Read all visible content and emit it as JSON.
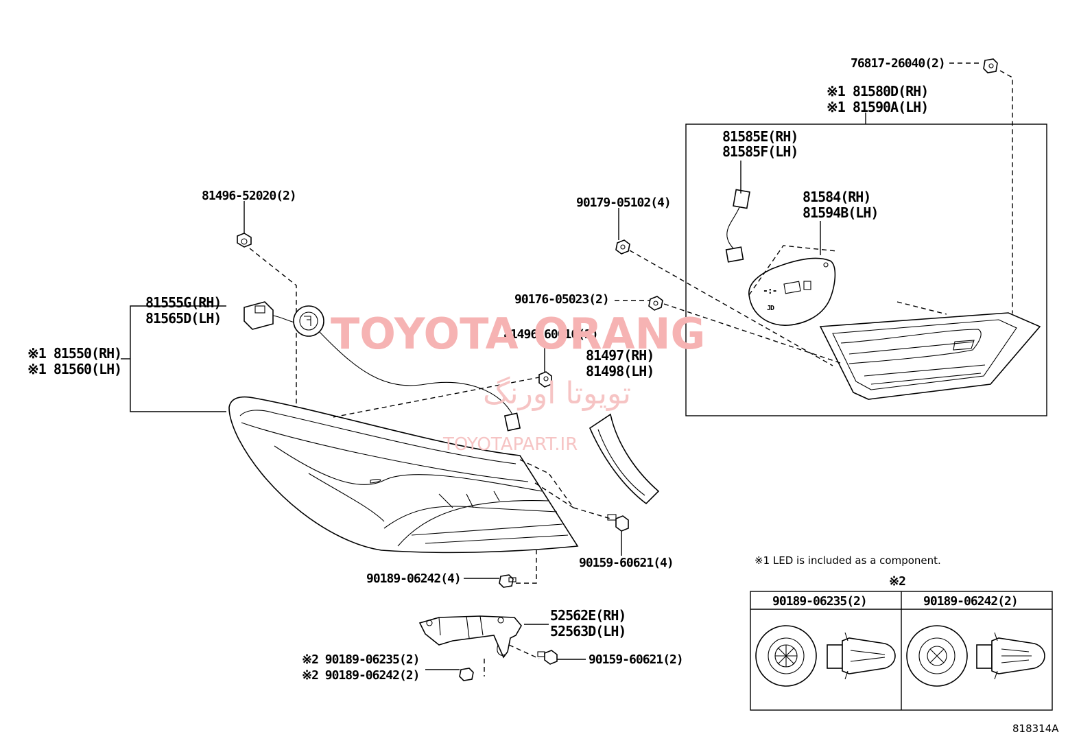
{
  "diagram": {
    "labels": {
      "p76817": "76817-26040(2)",
      "p81580": "※1 81580D(RH)",
      "p81590": "※1 81590A(LH)",
      "p81585e": "81585E(RH)",
      "p81585f": "81585F(LH)",
      "p81584": "81584(RH)",
      "p81594": "81594B(LH)",
      "p90179": "90179-05102(4)",
      "p90176": "90176-05023(2)",
      "p81496a": "81496-52020(2)",
      "p81555": "81555G(RH)",
      "p81565": "81565D(LH)",
      "p81550": "※1 81550(RH)",
      "p81560": "※1 81560(LH)",
      "p81496b": "81496-60010(2)",
      "p81497": "81497(RH)",
      "p81498": "81498(LH)",
      "p90159a": "90159-60621(4)",
      "p90189a": "90189-06242(4)",
      "p52562": "52562E(RH)",
      "p52563": "52563D(LH)",
      "p90189b": "※2 90189-06235(2)",
      "p90189c": "※2 90189-06242(2)",
      "p90159b": "90159-60621(2)"
    },
    "note": "※1 LED is included as a component.",
    "inset": {
      "marker": "※2",
      "col1": "90189-06235(2)",
      "col2": "90189-06242(2)"
    },
    "figure_id": "818314A"
  },
  "watermark": {
    "brand": "TOYOTA ORANG",
    "persian": "تویوتا اورنگ",
    "site": "TOYOTAPART.IR"
  }
}
